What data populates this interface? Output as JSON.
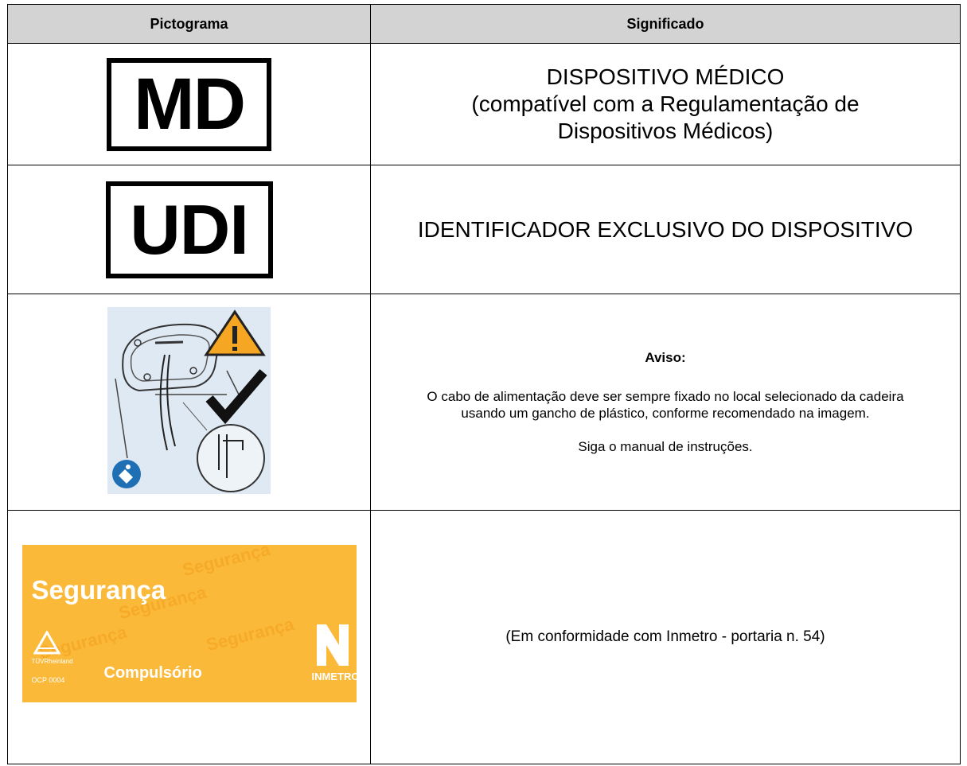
{
  "header": {
    "col1": "Pictograma",
    "col2": "Significado"
  },
  "rows": {
    "md": {
      "symbol": "MD",
      "lines": [
        "DISPOSITIVO MÉDICO",
        "(compatível com a Regulamentação de",
        "Dispositivos Médicos)"
      ]
    },
    "udi": {
      "symbol": "UDI",
      "text": "IDENTIFICADOR EXCLUSIVO DO DISPOSITIVO"
    },
    "warning": {
      "title": "Aviso:",
      "text": "O cabo de alimentação deve ser sempre fixado no local selecionado da cadeira usando um gancho de plástico, conforme recomendado na imagem.",
      "follow": "Siga o manual de instruções."
    },
    "inmetro": {
      "badge_title": "Segurança",
      "badge_sub": "Compulsório",
      "badge_org": "INMETRO",
      "badge_cert": "TÜVRheinland",
      "badge_code": "OCP 0004",
      "watermark": "Segurança",
      "text": "(Em conformidade com Inmetro - portaria n. 54)"
    }
  },
  "colors": {
    "header_bg": "#d3d3d3",
    "badge_bg": "#fbb93a",
    "warning_triangle": "#f5a623",
    "mandatory_blue": "#1f6fb5"
  }
}
